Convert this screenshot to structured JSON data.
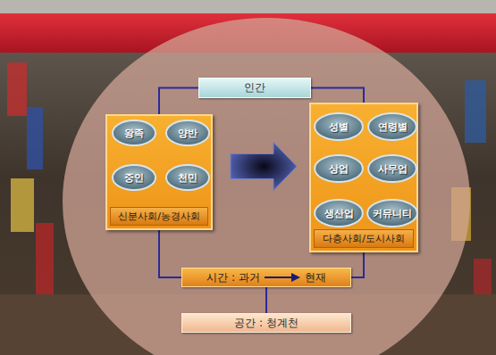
{
  "diagram": {
    "nodes": [
      {
        "text": [
          "인간"
        ]
      },
      {
        "text": [
          "신분사회/농경사회"
        ]
      },
      {
        "text": [
          "왕족"
        ],
        "in": 1
      },
      {
        "text": [
          "양반"
        ],
        "in": 1
      },
      {
        "text": [
          "중인"
        ],
        "in": 1
      },
      {
        "text": [
          "천민"
        ],
        "in": 1
      },
      {
        "text": [
          "다층사회/도시사회"
        ]
      },
      {
        "text": [
          "성별"
        ],
        "in": 6
      },
      {
        "text": [
          "연령별"
        ],
        "in": 6
      },
      {
        "text": [
          "상업"
        ],
        "in": 6
      },
      {
        "text": [
          "사무업"
        ],
        "in": 6
      },
      {
        "text": [
          "생산업"
        ],
        "in": 6
      },
      {
        "text": [
          "커뮤니티"
        ],
        "in": 6
      },
      {
        "text": [
          "시간 : 과거",
          "현재"
        ]
      },
      {
        "text": [
          "공간 : 청계천"
        ]
      }
    ],
    "edges": [
      {
        "from": 0,
        "to": 1,
        "arrow": "none"
      },
      {
        "from": 0,
        "to": 6,
        "arrow": "none"
      },
      {
        "from": 1,
        "to": 13,
        "arrow": "none"
      },
      {
        "from": 6,
        "to": 13,
        "arrow": "none"
      },
      {
        "from": 13,
        "to": 14,
        "arrow": "none"
      },
      {
        "from": 1,
        "to": 6,
        "arrow": "to"
      }
    ]
  }
}
